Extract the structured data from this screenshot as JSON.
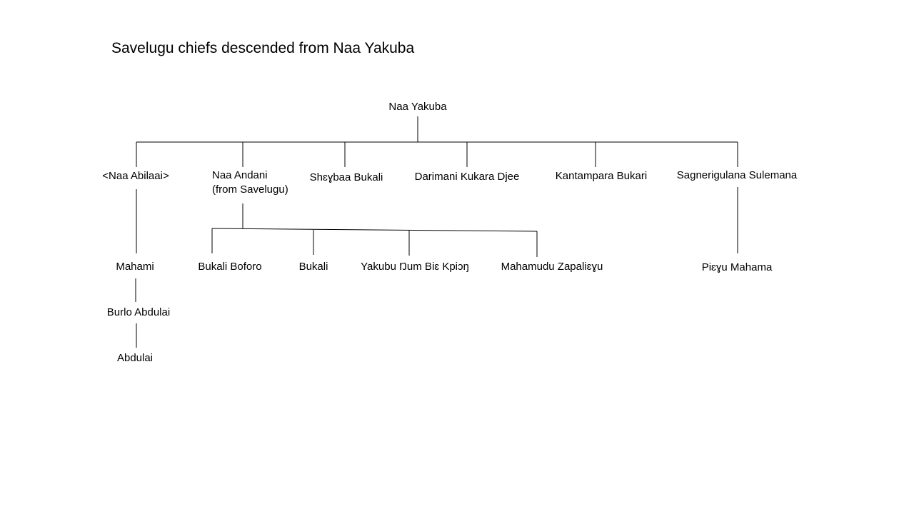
{
  "title": "Savelugu chiefs descended from Naa Yakuba",
  "nodes": {
    "root": "Naa Yakuba",
    "abilaai": "<Naa Abilaai>",
    "andani_line1": "Naa Andani",
    "andani_line2": "(from Savelugu)",
    "shegbaa": "Shɛɣbaa Bukali",
    "darimani": "Darimani Kukara Djee",
    "kantampara": "Kantampara Bukari",
    "sagnerigulana": "Sagnerigulana Sulemana",
    "mahami": "Mahami",
    "burlo": "Burlo Abdulai",
    "abdulai": "Abdulai",
    "bukali_boforo": "Bukali Boforo",
    "bukali": "Bukali",
    "yakubu": "Yakubu Ŋum Biɛ Kpiɔŋ",
    "mahamudu": "Mahamudu Zapaliɛɣu",
    "piegu": "Piɛɣu Mahama"
  }
}
